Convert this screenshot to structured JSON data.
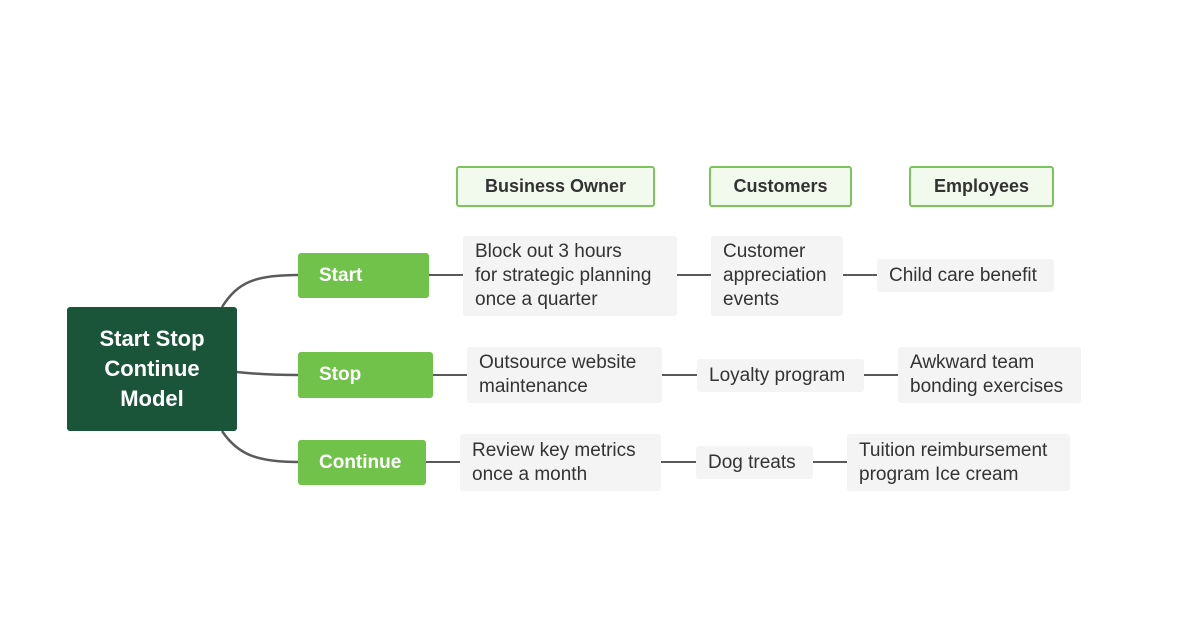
{
  "root": {
    "label": "Start Stop Continue Model"
  },
  "columns": [
    {
      "label": "Business  Owner"
    },
    {
      "label": "Customers"
    },
    {
      "label": "Employees"
    }
  ],
  "rows": [
    {
      "label": "Start",
      "cells": [
        "Block out 3 hours\nfor strategic planning\nonce a quarter",
        "Customer\nappreciation\nevents",
        "Child care benefit"
      ]
    },
    {
      "label": "Stop",
      "cells": [
        "Outsource website\nmaintenance",
        "Loyalty program",
        "Awkward team\nbonding exercises"
      ]
    },
    {
      "label": "Continue",
      "cells": [
        "Review key metrics\nonce a month",
        "Dog treats",
        "Tuition reimbursement\nprogram Ice cream"
      ]
    }
  ],
  "colors": {
    "root_fill": "#1a5539",
    "branch_fill": "#71c24a",
    "header_border": "#7cc45c",
    "header_fill": "#f1faed",
    "leaf_fill": "#f4f4f4",
    "connector": "#5a5a5a"
  }
}
